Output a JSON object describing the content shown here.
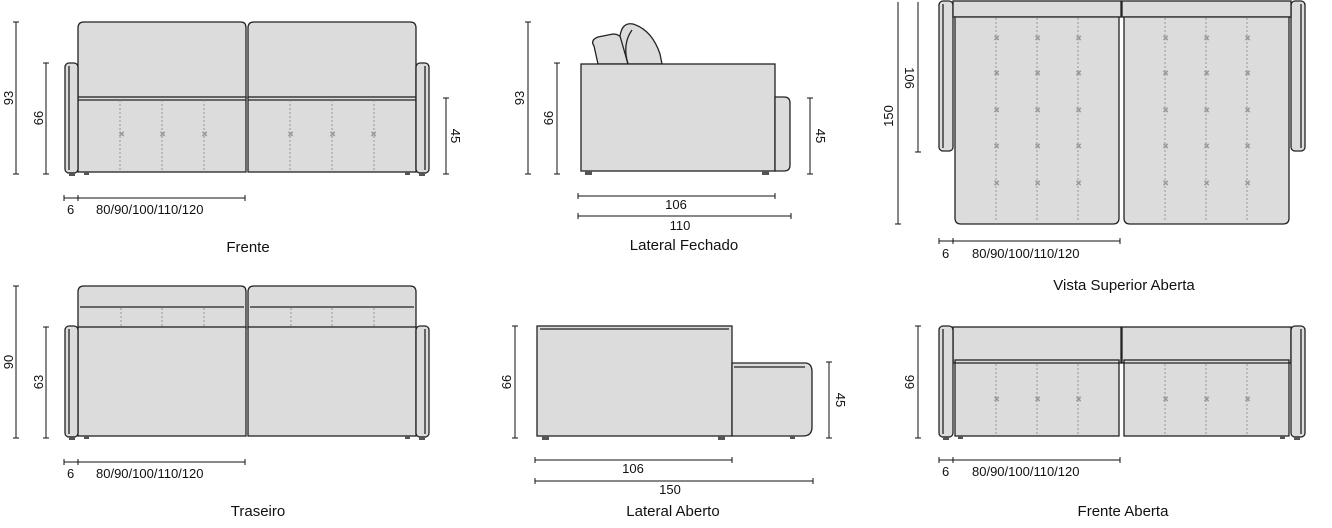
{
  "views": {
    "front": {
      "title": "Frente",
      "dim_height_total": "93",
      "dim_height_back": "66",
      "dim_height_seat": "45",
      "dim_arm": "6",
      "dim_module": "80/90/100/110/120"
    },
    "side_closed": {
      "title": "Lateral Fechado",
      "dim_height_total": "93",
      "dim_height_back": "66",
      "dim_height_seat": "45",
      "dim_depth": "106",
      "dim_depth_total": "110"
    },
    "top_open": {
      "title": "Vista Superior Aberta",
      "dim_depth_closed": "106",
      "dim_depth_open": "150",
      "dim_arm": "6",
      "dim_module": "80/90/100/110/120"
    },
    "back": {
      "title": "Traseiro",
      "dim_height_total": "90",
      "dim_height_back": "63",
      "dim_arm": "6",
      "dim_module": "80/90/100/110/120"
    },
    "side_open": {
      "title": "Lateral Aberto",
      "dim_height_back": "66",
      "dim_height_seat": "45",
      "dim_depth": "106",
      "dim_depth_total": "150"
    },
    "front_open": {
      "title": "Frente Aberta",
      "dim_height_back": "66",
      "dim_arm": "6",
      "dim_module": "80/90/100/110/120"
    }
  }
}
